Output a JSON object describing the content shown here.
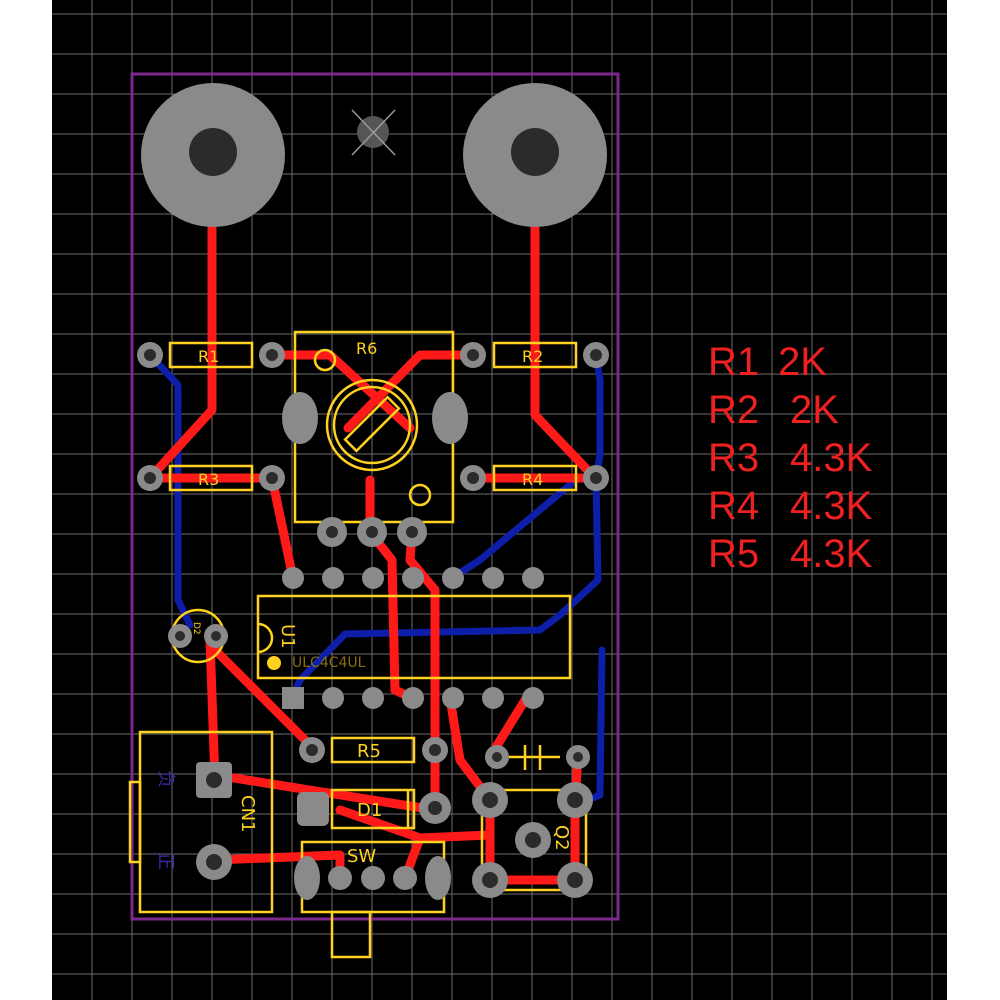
{
  "colors": {
    "background": "#000000",
    "grid": "#6b6b6b",
    "outline": "#7b2a8c",
    "top_trace": "#ff1a1a",
    "bottom_trace": "#0d1fa8",
    "silkscreen": "#ffd21f",
    "pad": "#8a8a8a",
    "pad_hole": "#2b2b2b",
    "legend_text": "#ee2020"
  },
  "pcb": {
    "labels": {
      "r1": "R1",
      "r2": "R2",
      "r3": "R3",
      "r4": "R4",
      "r5_upper": "R5",
      "r5": "R5",
      "r6": "R6",
      "d1": "D1",
      "sw": "SW",
      "cn1": "CN1",
      "q2": "Q2",
      "u1": "U1",
      "u1_part": "ULC4C4UL",
      "d2": "D2",
      "cn_pin1": "负",
      "cn_pin2": "正"
    }
  },
  "legend": {
    "lines": [
      {
        "ref": "R1",
        "value": "2K"
      },
      {
        "ref": "R2",
        "value": "2K"
      },
      {
        "ref": "R3",
        "value": "4.3K"
      },
      {
        "ref": "R4",
        "value": "4.3K"
      },
      {
        "ref": "R5",
        "value": "4.3K"
      }
    ]
  }
}
